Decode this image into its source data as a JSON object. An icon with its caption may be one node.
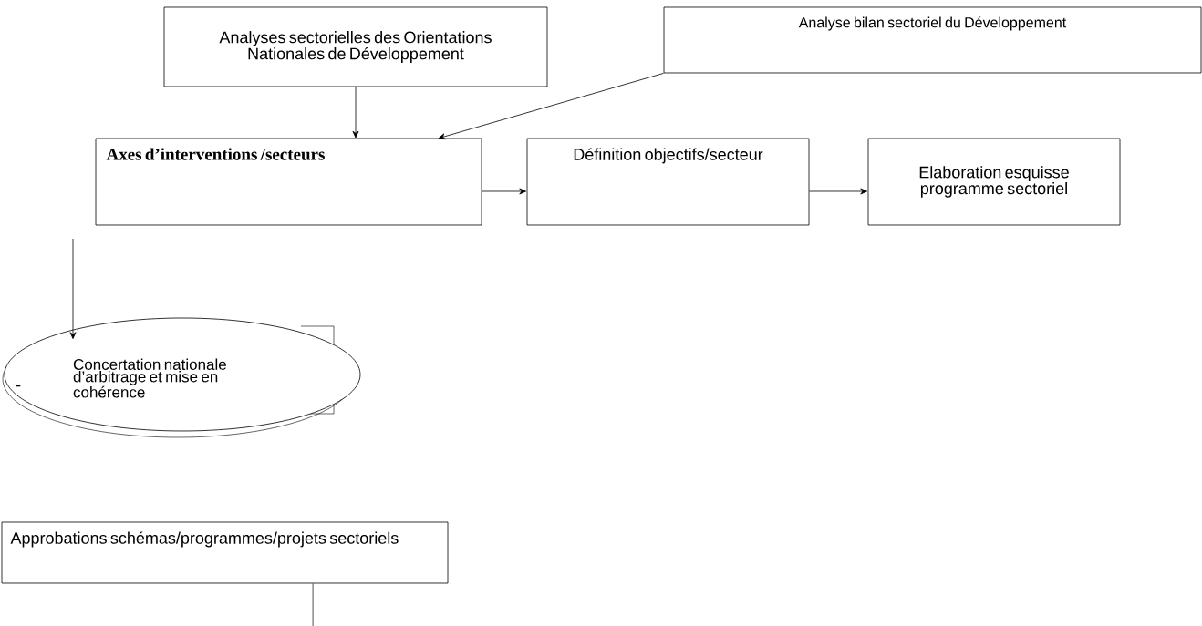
{
  "diagram": {
    "nodes": [
      {
        "text": [
          "Analyses sectorielles des Orientations Nationales de Développement"
        ]
      },
      {
        "text": [
          "Analyse bilan sectoriel du Développement"
        ]
      },
      {
        "text": [
          "Axes d’interventions /secteurs"
        ]
      },
      {
        "text": [
          "Définition objectifs/secteur"
        ]
      },
      {
        "text": [
          "Elaboration esquisse programme sectoriel"
        ]
      },
      {
        "text": [
          "Concertation nationale d’arbitrage et mise en cohérence"
        ]
      },
      {
        "text": [
          "Approbations schémas/programmes/projets sectoriels"
        ]
      }
    ],
    "edges": [
      {
        "from": 0,
        "to": 2,
        "arrow": "to"
      },
      {
        "from": 1,
        "to": 2,
        "arrow": "to"
      },
      {
        "from": 2,
        "to": 3,
        "arrow": "to"
      },
      {
        "from": 3,
        "to": 4,
        "arrow": "to"
      },
      {
        "from": null,
        "to": 5,
        "arrow": "to"
      },
      {
        "from": 6,
        "to": null,
        "arrow": "none"
      }
    ],
    "labels": [
      "-"
    ]
  }
}
